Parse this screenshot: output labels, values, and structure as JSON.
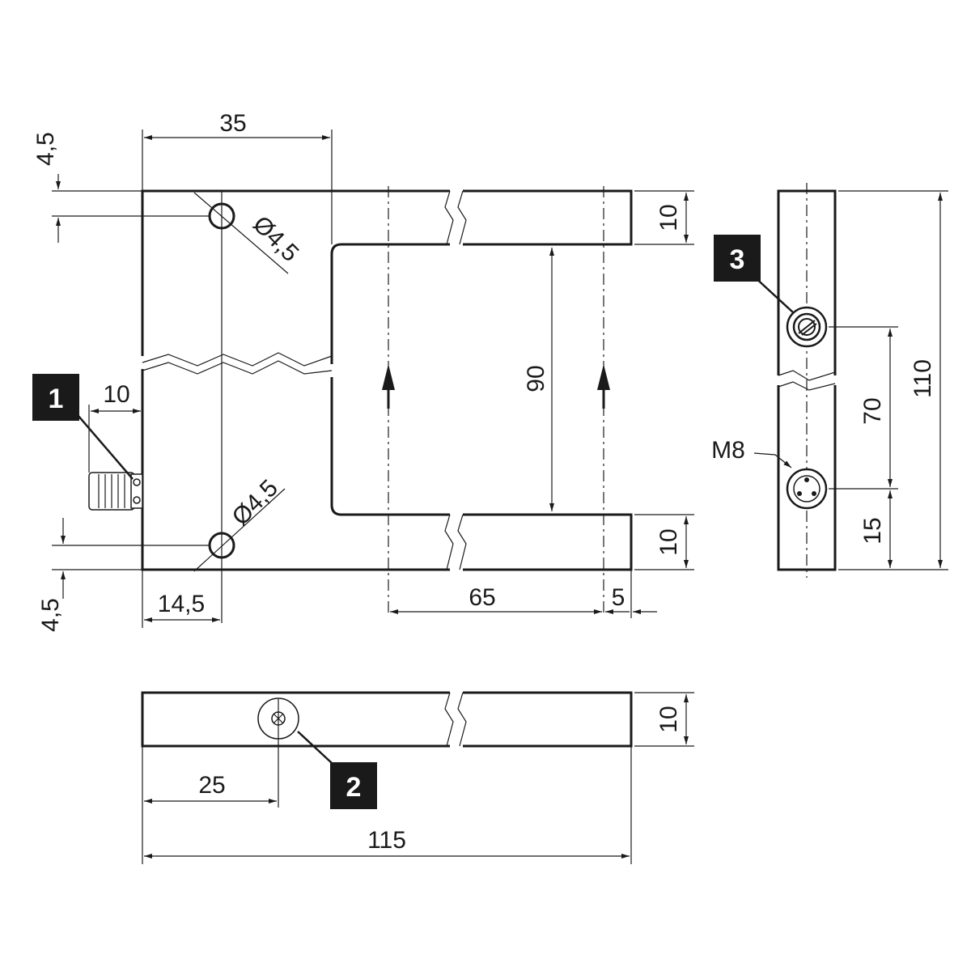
{
  "dimensions": {
    "top_width": "35",
    "left_hole_offset_top": "4,5",
    "left_hole_offset_bottom": "4,5",
    "hole_dia_top": "Ø4,5",
    "hole_dia_bottom": "Ø4,5",
    "connector_offset": "10",
    "hole_x_offset": "14,5",
    "arm_thickness_top": "10",
    "arm_thickness_bottom": "10",
    "slot_height": "90",
    "slot_depth": "65",
    "arm_end": "5",
    "side_total": "110",
    "side_spacing": "70",
    "side_bottom": "15",
    "connector_label": "M8",
    "bottom_thickness": "10",
    "bottom_pot_offset": "25",
    "bottom_total": "115"
  },
  "callouts": {
    "one": "1",
    "two": "2",
    "three": "3"
  }
}
